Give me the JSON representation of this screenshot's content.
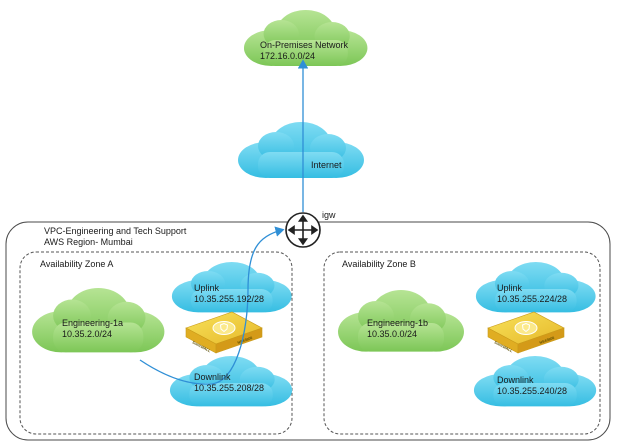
{
  "onprem": {
    "name": "On-Premises Network",
    "cidr": "172.16.0.0/24"
  },
  "internet": {
    "name": "Internet"
  },
  "igw": {
    "label": "igw"
  },
  "vpc": {
    "name": "VPC-Engineering and Tech Support",
    "region": "AWS Region- Mumbai"
  },
  "zone_a": {
    "title": "Availability Zone A",
    "subnet": {
      "name": "Engineering-1a",
      "cidr": "10.35.2.0/24"
    },
    "uplink": {
      "name": "Uplink",
      "cidr": "10.35.255.192/28"
    },
    "downlink": {
      "name": "Downlink",
      "cidr": "10.35.255.208/28"
    },
    "appliance": {
      "left_label": "SonicWALL",
      "right_label": "NSA3600"
    }
  },
  "zone_b": {
    "title": "Availability Zone B",
    "subnet": {
      "name": "Engineering-1b",
      "cidr": "10.35.0.0/24"
    },
    "uplink": {
      "name": "Uplink",
      "cidr": "10.35.255.224/28"
    },
    "downlink": {
      "name": "Downlink",
      "cidr": "10.35.255.240/28"
    },
    "appliance": {
      "left_label": "SonicWALL",
      "right_label": "NSA3600"
    }
  },
  "colors": {
    "green_cloud": "#8fd16a",
    "green_cloud_light": "#b6e494",
    "blue_cloud": "#3fc6e6",
    "blue_cloud_light": "#79dcf2",
    "arrow": "#2f8fd6",
    "firewall_top": "#f3d23a",
    "firewall_side": "#d9a91c"
  }
}
